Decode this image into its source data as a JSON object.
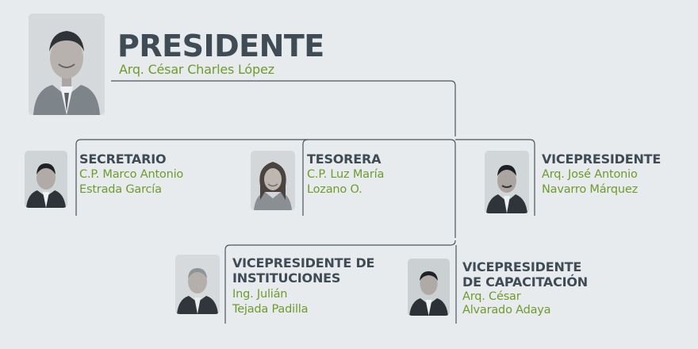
{
  "president": {
    "title": "PRESIDENTE",
    "name": "Arq. César Charles López",
    "photo_icon": "person-portrait-icon"
  },
  "secretario": {
    "title": "SECRETARIO",
    "name_line1": "C.P. Marco Antonio",
    "name_line2": "Estrada García",
    "photo_icon": "person-portrait-icon"
  },
  "tesorera": {
    "title": "TESORERA",
    "name_line1": "C.P. Luz María",
    "name_line2": "Lozano O.",
    "photo_icon": "person-portrait-icon"
  },
  "vicepresidente": {
    "title": "VICEPRESIDENTE",
    "name_line1": "Arq. José Antonio",
    "name_line2": "Navarro Márquez",
    "photo_icon": "person-portrait-icon"
  },
  "vp_instituciones": {
    "title_line1": "VICEPRESIDENTE DE",
    "title_line2": "INSTITUCIONES",
    "name_line1": "Ing. Julián",
    "name_line2": "Tejada Padilla",
    "photo_icon": "person-portrait-icon"
  },
  "vp_capacitacion": {
    "title_line1": "VICEPRESIDENTE",
    "title_line2": "DE CAPACITACIÓN",
    "name_line1": "Arq. César",
    "name_line2": "Alvarado Adaya",
    "photo_icon": "person-portrait-icon"
  },
  "colors": {
    "background": "#e8ebee",
    "title": "#3f4c55",
    "name": "#6e9b2c",
    "connector": "#4a555d"
  }
}
